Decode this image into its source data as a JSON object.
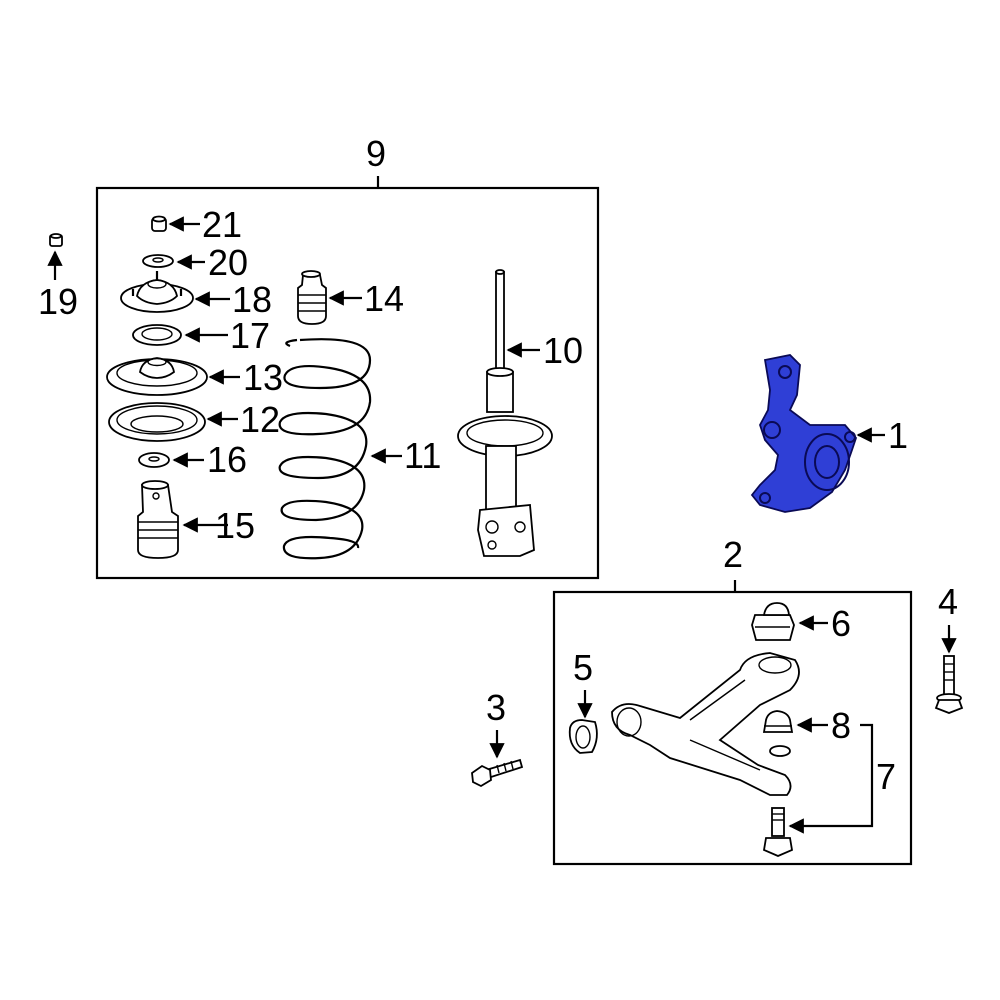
{
  "highlight_color": "#2f3fd6",
  "labels": {
    "l1": "1",
    "l2": "2",
    "l3": "3",
    "l4": "4",
    "l5": "5",
    "l6": "6",
    "l7": "7",
    "l8": "8",
    "l9": "9",
    "l10": "10",
    "l11": "11",
    "l12": "12",
    "l13": "13",
    "l14": "14",
    "l15": "15",
    "l16": "16",
    "l17": "17",
    "l18": "18",
    "l19": "19",
    "l20": "20",
    "l21": "21"
  }
}
